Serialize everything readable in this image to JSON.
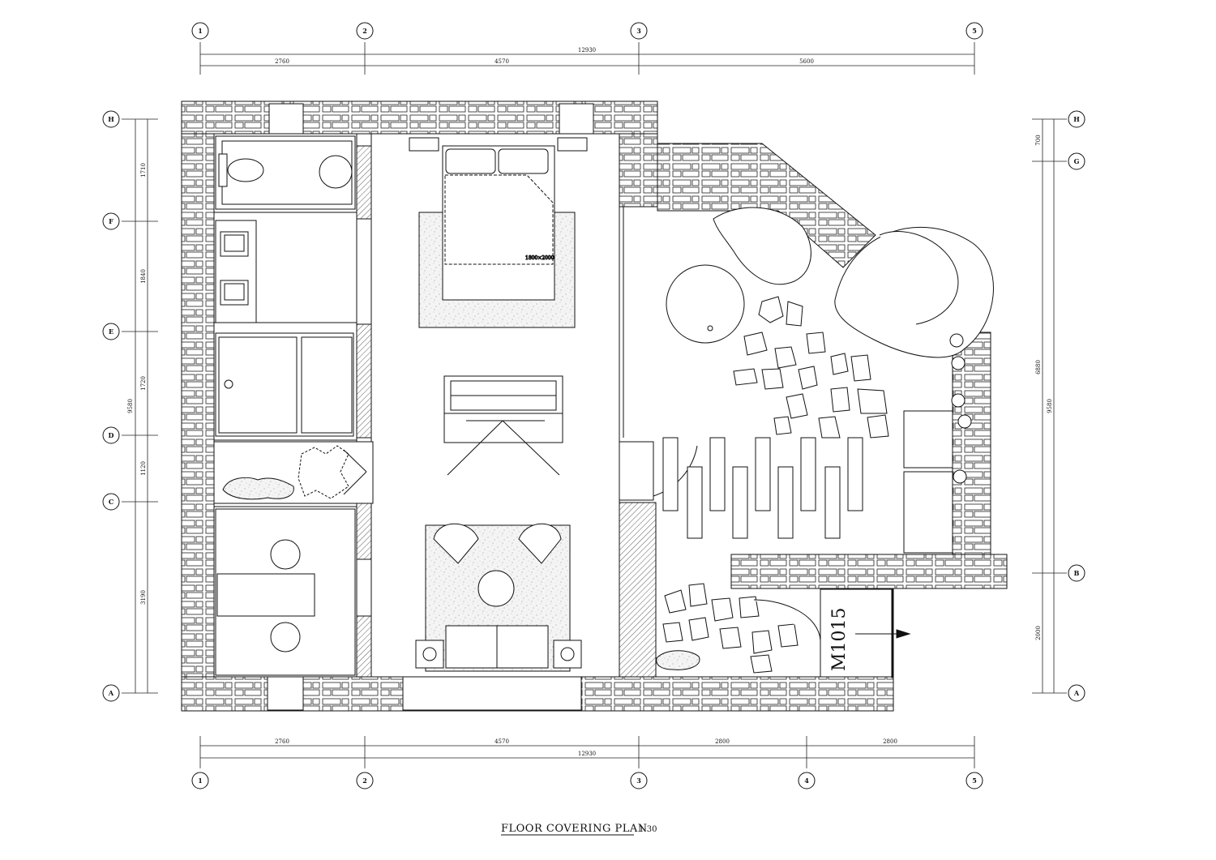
{
  "axes": {
    "top": [
      "1",
      "2",
      "3",
      "5"
    ],
    "bottom": [
      "1",
      "2",
      "3",
      "4",
      "5"
    ],
    "left": [
      "H",
      "F",
      "E",
      "D",
      "C",
      "A"
    ],
    "right": [
      "H",
      "G",
      "B",
      "A"
    ]
  },
  "dimensions": {
    "top_total": "12930",
    "top_segments": [
      "2760",
      "4570",
      "5600"
    ],
    "bottom_total": "12930",
    "bottom_segments": [
      "2760",
      "4570",
      "2800",
      "2800"
    ],
    "left_total": "9580",
    "left_segments": [
      "1710",
      "1840",
      "1720",
      "1120",
      "3190"
    ],
    "right_total": "9580",
    "right_segments": [
      "700",
      "6880",
      "2000"
    ]
  },
  "bed_size": "1800×2000",
  "door_code": "M1015",
  "title": "FLOOR COVERING PLAN",
  "scale": "1:30"
}
